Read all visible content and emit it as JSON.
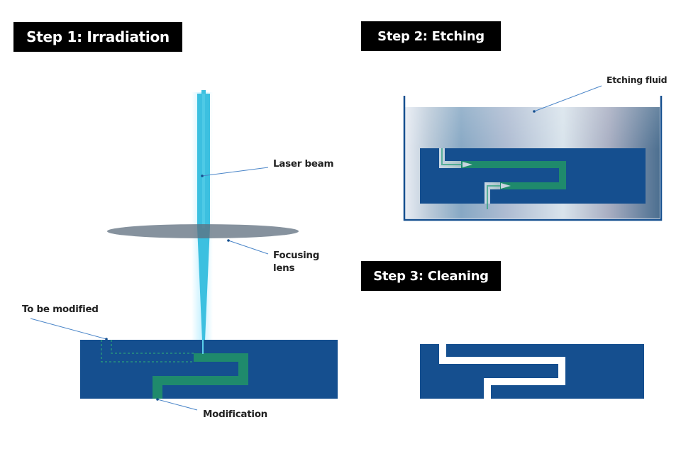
{
  "steps": [
    {
      "title": "Step 1: Irradiation"
    },
    {
      "title": "Step 2: Etching"
    },
    {
      "title": "Step 3: Cleaning"
    }
  ],
  "labels": {
    "laser_beam": "Laser beam",
    "focusing_lens_line1": "Focusing",
    "focusing_lens_line2": "lens",
    "to_be_modified": "To be modified",
    "modification": "Modification",
    "etching_fluid": "Etching fluid"
  },
  "colors": {
    "substrate": "#154f8f",
    "modification": "#1f8a6c",
    "laser": "#3cc0e0",
    "lens": "#6b7c8c",
    "leader_line": "#4a85c8",
    "title_bg": "#000000",
    "title_text": "#ffffff"
  }
}
